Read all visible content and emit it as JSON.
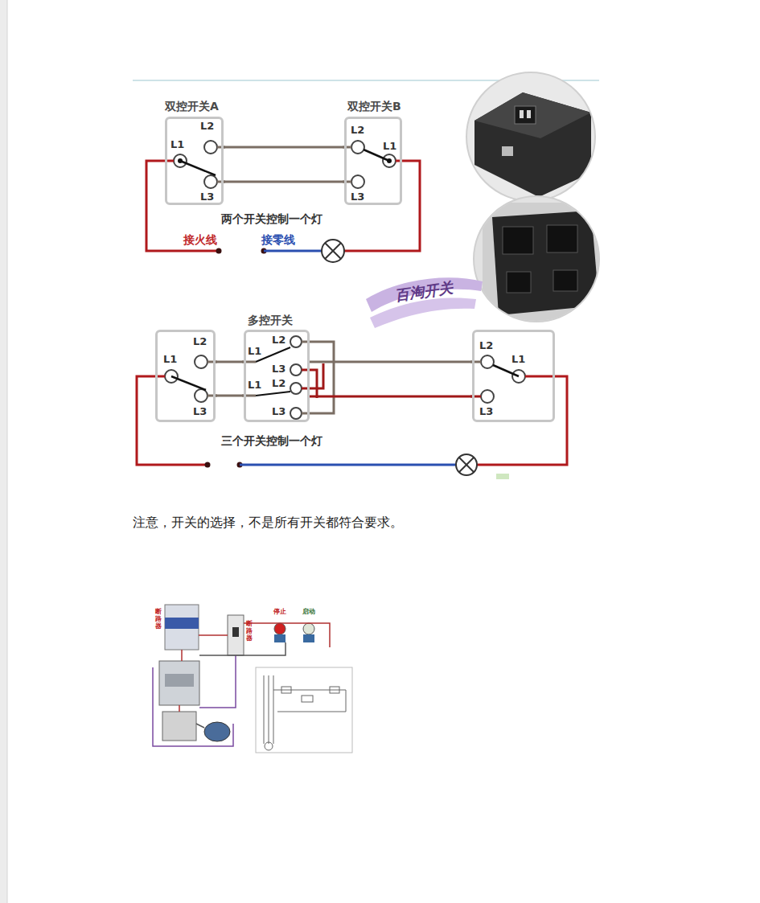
{
  "diagram": {
    "nodes": [
      {
        "text": [
          "双控开关A",
          "L2",
          "L1",
          "L3"
        ]
      },
      {
        "text": [
          "双控开关B",
          "L2",
          "L1",
          "L3"
        ]
      },
      {
        "text": [
          "L2",
          "L1",
          "L3"
        ]
      },
      {
        "text": [
          "多控开关",
          "L1",
          "L2",
          "L3",
          "L1",
          "L2",
          "L3"
        ]
      },
      {
        "text": [
          "L2",
          "L1",
          "L3"
        ]
      }
    ],
    "edges": [
      {
        "from": 0,
        "to": 1,
        "arrow": "none"
      },
      {
        "from": 0,
        "to": 1,
        "arrow": "none"
      },
      {
        "from": 2,
        "to": 3,
        "arrow": "none"
      },
      {
        "from": 2,
        "to": 3,
        "arrow": "none"
      },
      {
        "from": 3,
        "to": 4,
        "arrow": "none"
      },
      {
        "from": 3,
        "to": 4,
        "arrow": "none"
      }
    ],
    "labels": [
      "两个开关控制一个灯",
      "接火线",
      "接零线",
      "百淘开关",
      "三个开关控制一个灯",
      "注意，开关的选择，不是所有开关都符合要求。",
      "断路器",
      "断路器",
      "停止",
      "启动"
    ]
  }
}
